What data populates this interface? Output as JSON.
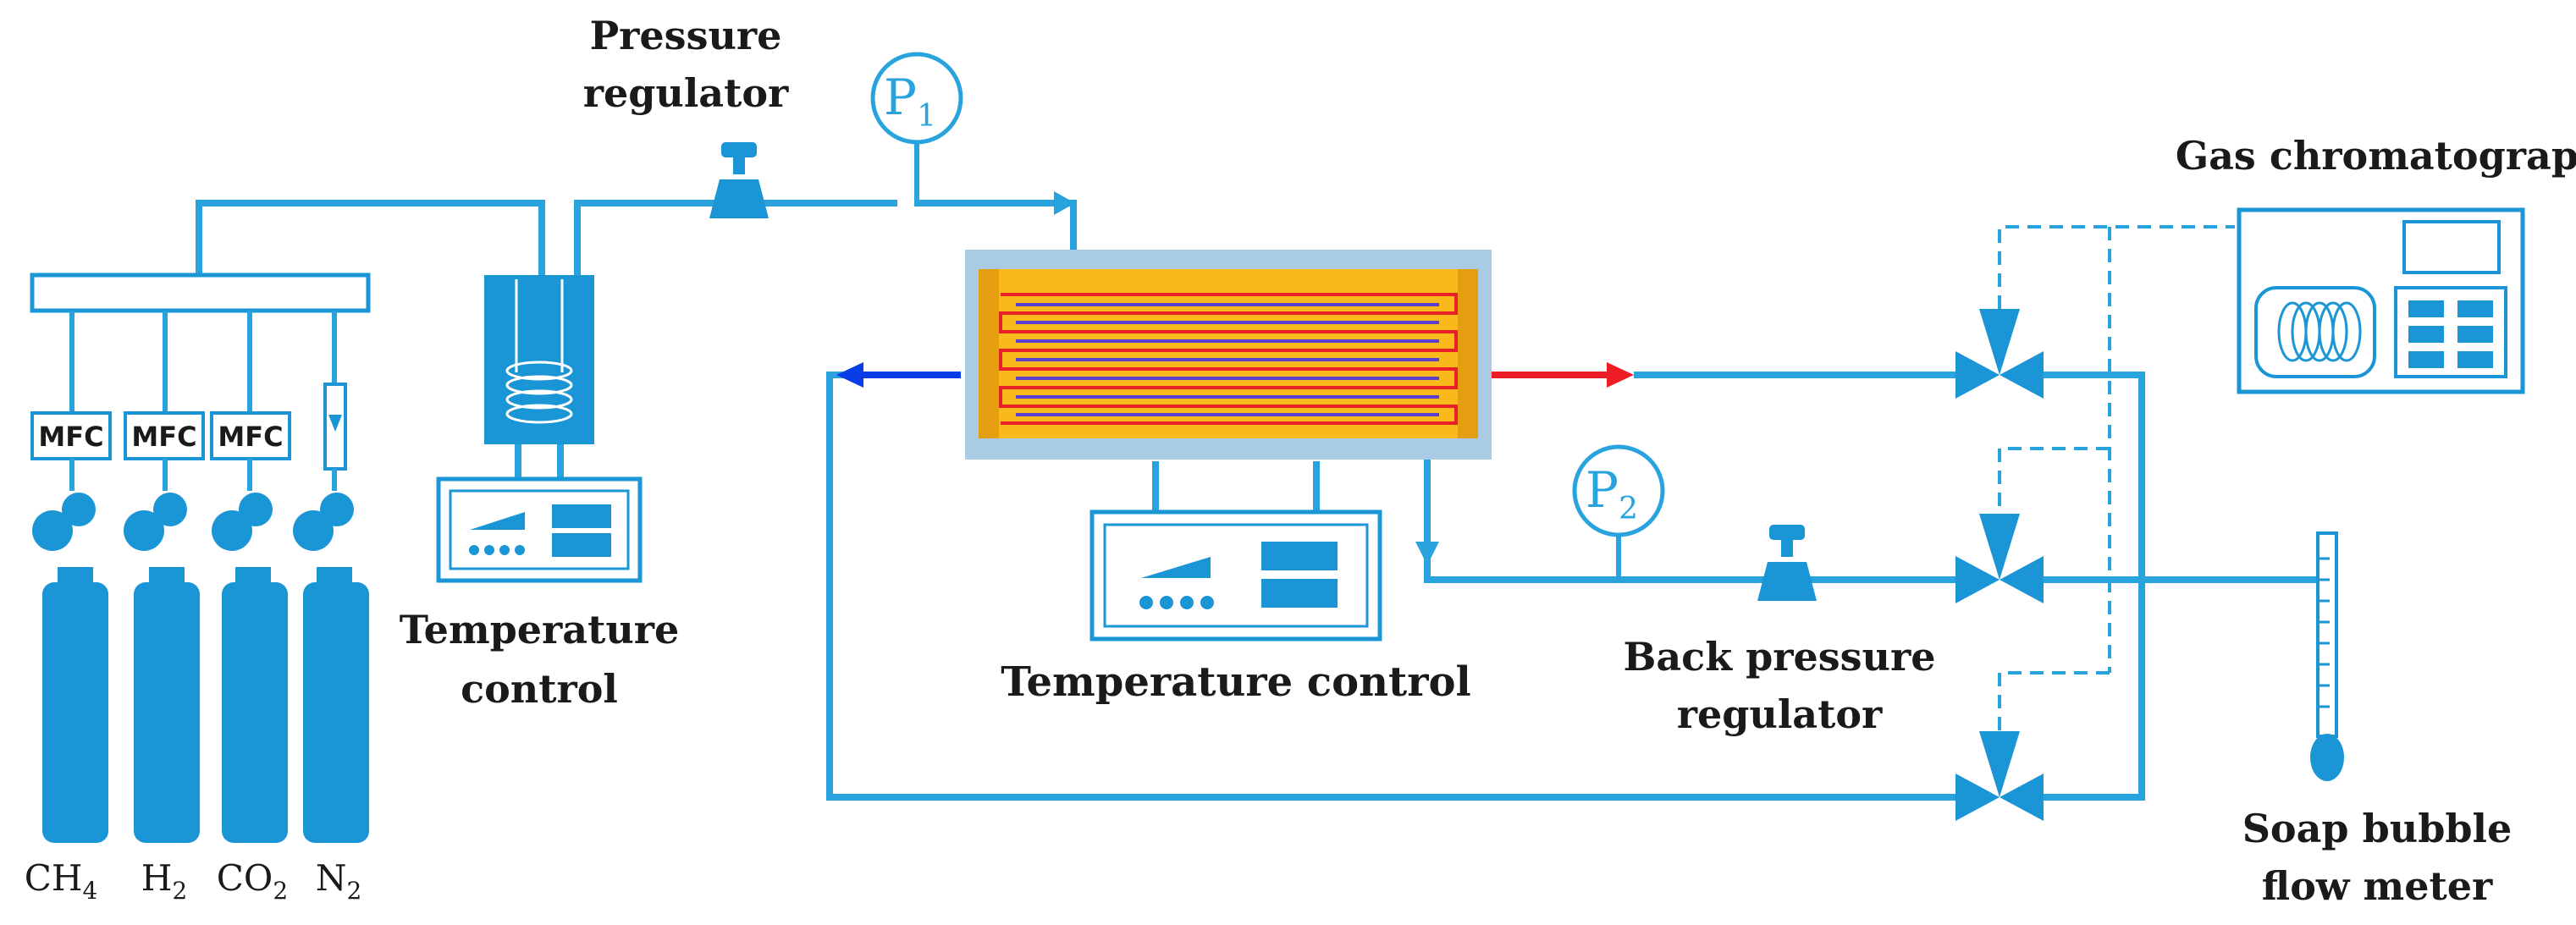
{
  "colors": {
    "pipe": "#29a3de",
    "equipment": "#1a95d6",
    "reactor_body": "#f7b91b",
    "reactor_halo": "#a9cbe4",
    "hot_arrow": "#ee1c24",
    "cold_arrow": "#0a3de8",
    "coil_red": "#e8202a",
    "coil_purple": "#5b3fd0"
  },
  "gas_cylinders": [
    {
      "name": "CH",
      "sub": "4",
      "controller": "MFC",
      "icon": "gas-cylinder-icon"
    },
    {
      "name": "H",
      "sub": "2",
      "controller": "MFC",
      "icon": "gas-cylinder-icon"
    },
    {
      "name": "CO",
      "sub": "2",
      "controller": "MFC",
      "icon": "gas-cylinder-icon"
    },
    {
      "name": "N",
      "sub": "2",
      "controller": "rotameter",
      "icon": "gas-cylinder-icon"
    }
  ],
  "labels": {
    "pressure_regulator_line1": "Pressure",
    "pressure_regulator_line2": "regulator",
    "p1_letter": "P",
    "p1_sub": "1",
    "p2_letter": "P",
    "p2_sub": "2",
    "temp_control_left_line1": "Temperature",
    "temp_control_left_line2": "control",
    "temp_control_center": "Temperature control",
    "back_pressure_line1": "Back pressure",
    "back_pressure_line2": "regulator",
    "gas_chromatography": "Gas chromatography",
    "soap_line1": "Soap bubble",
    "soap_line2": "flow meter"
  }
}
